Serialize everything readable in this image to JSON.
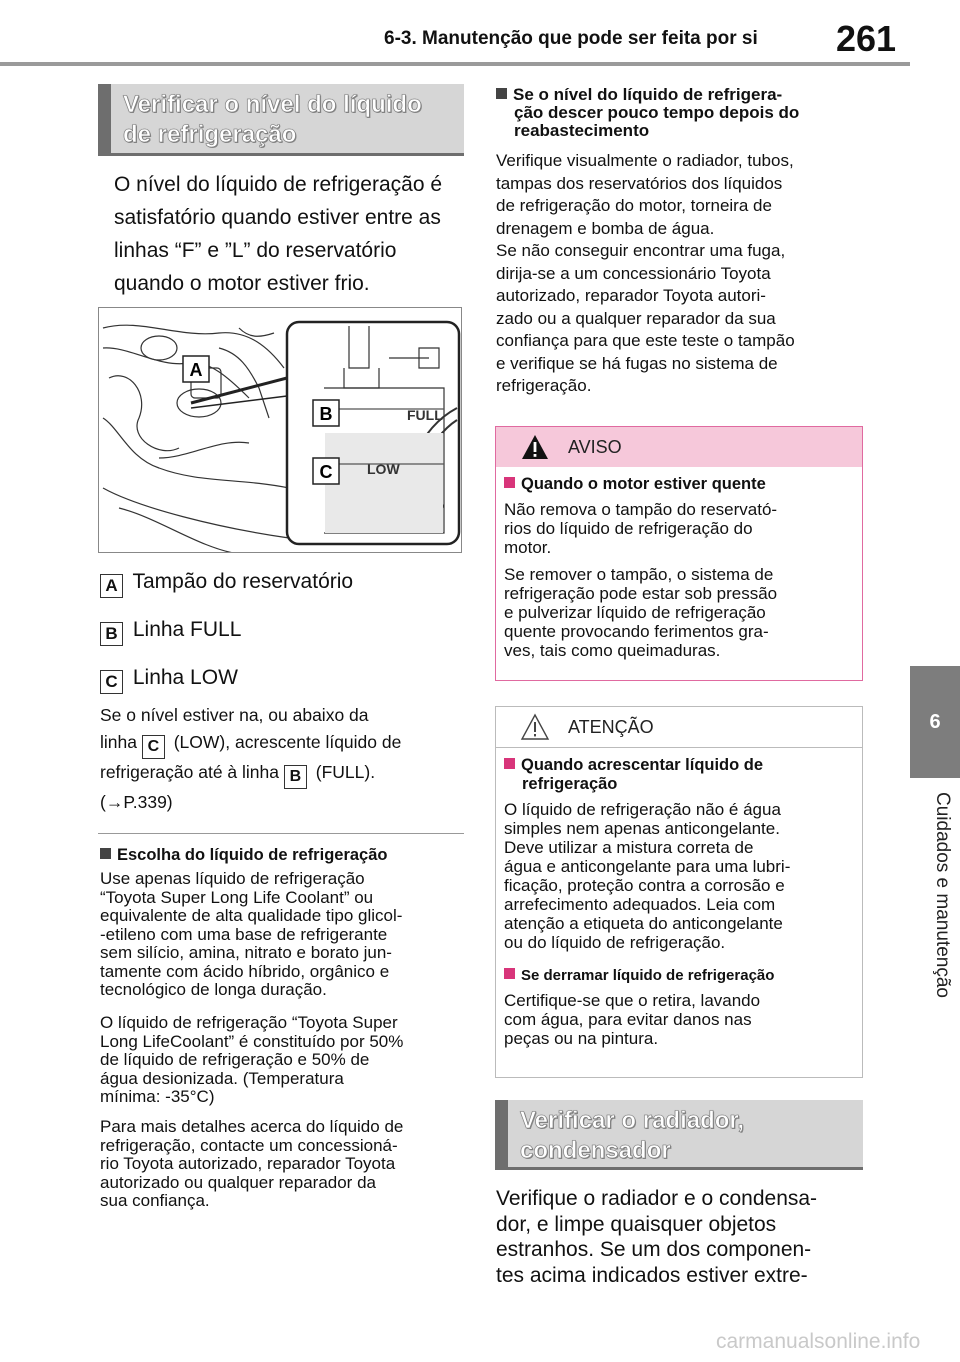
{
  "header": {
    "title": "6-3. Manutenção que pode ser feita por si",
    "page_number": "261"
  },
  "side_tab": {
    "chapter_number": "6",
    "chapter_title": "Cuidados e manutenção"
  },
  "left": {
    "heading_line1": "Verificar o nível do líquido",
    "heading_line2": "de refrigeração",
    "intro_lines": [
      "O nível do líquido de refrigeração é",
      "satisfatório quando estiver entre as",
      "linhas “F” e ”L” do reservatório",
      "quando o motor estiver frio."
    ],
    "figure": {
      "marker_a": "A",
      "marker_b": "B",
      "marker_c": "C",
      "full_text": "FULL",
      "low_text": "LOW"
    },
    "legend": [
      {
        "key": "A",
        "text": "Tampão do reservatório"
      },
      {
        "key": "B",
        "text": "Linha FULL"
      },
      {
        "key": "C",
        "text": "Linha LOW"
      }
    ],
    "note_line1": "Se o nível estiver na, ou abaixo da",
    "note_line2_pre": "linha",
    "note_line2_key": "C",
    "note_line2_post": "(LOW), acrescente líquido de",
    "note_line3_pre": "refrigeração até à linha",
    "note_line3_key": "B",
    "note_line3_post": "(FULL).",
    "note_ref": "(→P.339)",
    "choice_heading": "Escolha do líquido de refrigeração",
    "choice_p1": [
      "Use apenas líquido de refrigeração",
      "“Toyota Super Long Life Coolant” ou",
      "equivalente de alta qualidade tipo glicol-",
      "-etileno com uma base de refrigerante",
      "sem silício, amina, nitrato e borato jun-",
      "tamente com ácido híbrido, orgânico e",
      "tecnológico de longa duração."
    ],
    "choice_p2": [
      "O líquido de refrigeração “Toyota Super",
      "Long LifeCoolant” é constituído por 50%",
      "de líquido de refrigeração e 50% de",
      "água desionizada. (Temperatura",
      "mínima: -35°C)"
    ],
    "choice_p3": [
      "Para mais detalhes acerca do líquido de",
      "refrigeração, contacte um concessioná-",
      "rio Toyota autorizado, reparador Toyota",
      "autorizado ou qualquer reparador da",
      "sua confiança."
    ]
  },
  "right": {
    "drop_heading": [
      "Se o nível do líquido de refrigera-",
      "ção descer pouco tempo depois do",
      "reabastecimento"
    ],
    "drop_body": [
      "Verifique visualmente o radiador, tubos,",
      "tampas dos reservatórios dos líquidos",
      "de refrigeração do motor, torneira de",
      "drenagem e bomba de água.",
      "Se não conseguir encontrar uma fuga,",
      "dirija-se a um concessionário Toyota",
      "autorizado, reparador Toyota autori-",
      "zado ou a qualquer reparador da sua",
      "confiança para que este teste o tampão",
      "e verifique se há fugas no sistema de",
      "refrigeração."
    ],
    "aviso": {
      "title": "AVISO",
      "sub": "Quando o motor estiver quente",
      "p1": [
        "Não remova o tampão do reservató-",
        "rios do líquido de refrigeração do",
        "motor."
      ],
      "p2": [
        "Se remover o tampão, o sistema de",
        "refrigeração pode estar sob pressão",
        "e pulverizar líquido de refrigeração",
        "quente provocando ferimentos gra-",
        "ves, tais como queimaduras."
      ]
    },
    "atencao": {
      "title": "ATENÇÃO",
      "sub1": [
        "Quando acrescentar líquido de",
        "refrigeração"
      ],
      "p1": [
        "O líquido de refrigeração não é água",
        "simples nem apenas anticongelante.",
        "Deve utilizar a mistura correta de",
        "água e anticongelante para uma lubri-",
        "ficação, proteção contra a corrosão e",
        "arrefecimento adequados. Leia com",
        "atenção a etiqueta do anticongelante",
        "ou do líquido de refrigeração."
      ],
      "sub2": "Se derramar líquido de refrigeração",
      "p2": [
        "Certifique-se que o retira, lavando",
        "com água, para evitar danos nas",
        "peças ou na pintura."
      ]
    },
    "radiator_heading_line1": "Verificar o radiador,",
    "radiator_heading_line2": "condensador",
    "radiator_lines": [
      "Verifique o radiador e o condensa-",
      "dor, e limpe quaisquer objetos",
      "estranhos. Se um dos componen-",
      "tes acima indicados estiver extre-"
    ]
  },
  "footer": {
    "watermark": "carmanualsonline.info"
  },
  "colors": {
    "accent_pink": "#d8357a",
    "heading_gray": "#d6d6d6",
    "side_tab": "#7d7d7d"
  }
}
